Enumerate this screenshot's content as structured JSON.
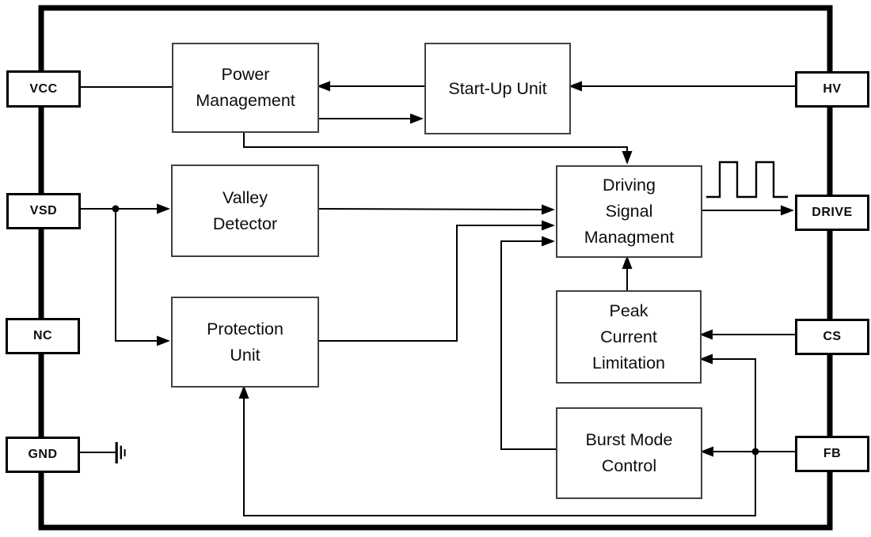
{
  "diagram": {
    "type": "ic-functional-block-diagram",
    "blocks": {
      "power_management": {
        "lines": [
          "Power",
          "Management"
        ]
      },
      "startup_unit": {
        "lines": [
          "Start-Up Unit"
        ]
      },
      "valley_detector": {
        "lines": [
          "Valley",
          "Detector"
        ]
      },
      "driving_signal": {
        "lines": [
          "Driving",
          "Signal",
          "Managment"
        ]
      },
      "protection_unit": {
        "lines": [
          "Protection",
          "Unit"
        ]
      },
      "peak_current": {
        "lines": [
          "Peak",
          "Current",
          "Limitation"
        ]
      },
      "burst_mode": {
        "lines": [
          "Burst Mode",
          "Control"
        ]
      }
    },
    "pins": {
      "left": [
        {
          "label": "VCC"
        },
        {
          "label": "VSD"
        },
        {
          "label": "NC"
        },
        {
          "label": "GND"
        }
      ],
      "right": [
        {
          "label": "HV"
        },
        {
          "label": "DRIVE"
        },
        {
          "label": "CS"
        },
        {
          "label": "FB"
        }
      ]
    },
    "symbols": {
      "ground": "ground-icon",
      "pulse": "pulse-waveform-icon",
      "junction": "junction-dot"
    },
    "connections": [
      {
        "from": "VCC",
        "to": "Power Management",
        "arrow": false
      },
      {
        "from": "Start-Up Unit",
        "to": "Power Management",
        "arrow": true
      },
      {
        "from": "Power Management",
        "to": "Start-Up Unit",
        "arrow": true
      },
      {
        "from": "HV",
        "to": "Start-Up Unit",
        "arrow": true
      },
      {
        "from": "Power Management",
        "to": "Driving Signal Managment",
        "arrow": true
      },
      {
        "from": "VSD",
        "to": "Valley Detector",
        "arrow": true
      },
      {
        "from": "VSD",
        "to": "Protection Unit",
        "arrow": true
      },
      {
        "from": "Valley Detector",
        "to": "Driving Signal Managment",
        "arrow": true
      },
      {
        "from": "Protection Unit",
        "to": "Driving Signal Managment",
        "arrow": true
      },
      {
        "from": "Burst Mode Control",
        "to": "Driving Signal Managment",
        "arrow": true
      },
      {
        "from": "Peak Current Limitation",
        "to": "Driving Signal Managment",
        "arrow": true
      },
      {
        "from": "Driving Signal Managment",
        "to": "DRIVE",
        "arrow": true
      },
      {
        "from": "CS",
        "to": "Peak Current Limitation",
        "arrow": true
      },
      {
        "from": "FB",
        "to": "Peak Current Limitation",
        "arrow": true
      },
      {
        "from": "FB",
        "to": "Burst Mode Control",
        "arrow": true
      },
      {
        "from": "FB",
        "to": "Protection Unit",
        "arrow": true
      },
      {
        "from": "GND",
        "to": "ground-symbol",
        "arrow": false
      }
    ],
    "colors": {
      "background": "#ffffff",
      "line": "#000000",
      "block_border": "#404040",
      "text": "#0d0d0d"
    }
  }
}
